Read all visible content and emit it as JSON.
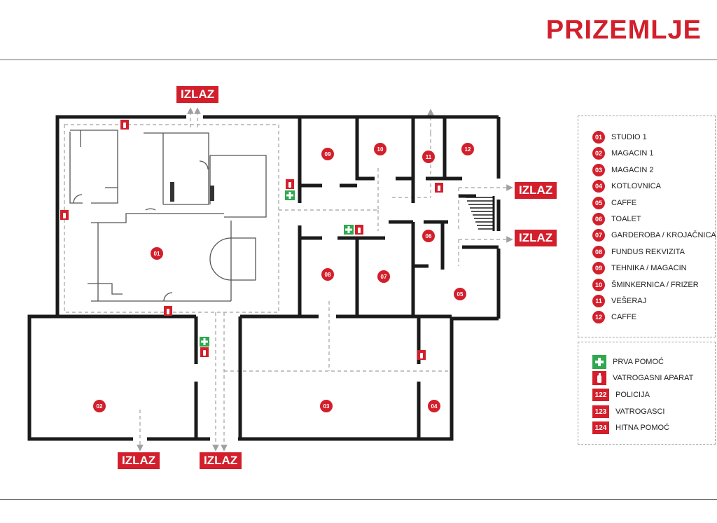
{
  "title": "PRIZEMLJE",
  "exit_label": "IZLAZ",
  "colors": {
    "accent": "#d21f2b",
    "first_aid": "#2fa84f",
    "wall": "#1a1a1a",
    "route": "#a0a0a0"
  },
  "rooms": [
    {
      "num": "01",
      "name": "STUDIO 1"
    },
    {
      "num": "02",
      "name": "MAGACIN 1"
    },
    {
      "num": "03",
      "name": "MAGACIN 2"
    },
    {
      "num": "04",
      "name": "KOTLOVNICA"
    },
    {
      "num": "05",
      "name": "CAFFE"
    },
    {
      "num": "06",
      "name": "TOALET"
    },
    {
      "num": "07",
      "name": "GARDEROBA / KROJAČNICA"
    },
    {
      "num": "08",
      "name": "FUNDUS REKVIZITA"
    },
    {
      "num": "09",
      "name": "TEHNIKA / MAGACIN"
    },
    {
      "num": "10",
      "name": "ŠMINKERNICA / FRIZER"
    },
    {
      "num": "11",
      "name": "VEŠERAJ"
    },
    {
      "num": "12",
      "name": "CAFFE"
    }
  ],
  "legend_symbols": [
    {
      "icon": "first-aid-icon",
      "label": "PRVA POMOĆ"
    },
    {
      "icon": "fire-extinguisher-icon",
      "label": "VATROGASNI APARAT"
    },
    {
      "code": "122",
      "label": "POLICIJA"
    },
    {
      "code": "123",
      "label": "VATROGASCI"
    },
    {
      "code": "124",
      "label": "HITNA POMOĆ"
    }
  ]
}
